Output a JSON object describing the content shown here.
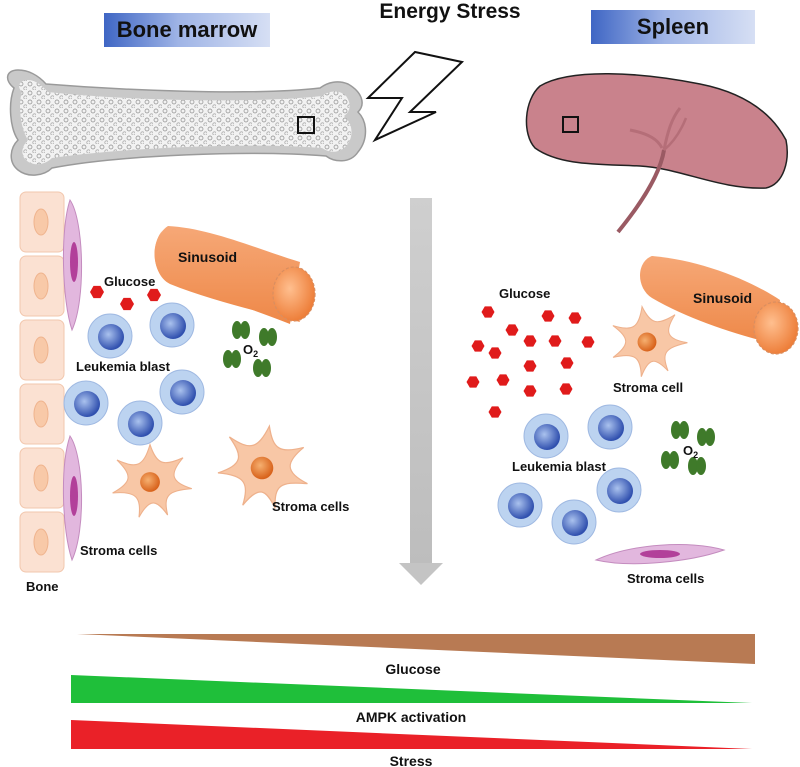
{
  "title": "Energy Stress",
  "panels": {
    "bone_marrow": {
      "header": "Bone marrow",
      "labels": {
        "glucose": "Glucose",
        "sinusoid": "Sinusoid",
        "leukemia_blast": "Leukemia blast",
        "oxygen": "O",
        "oxygen_sub": "2",
        "stroma_cells_right": "Stroma cells",
        "stroma_cells_left": "Stroma cells",
        "bone": "Bone"
      }
    },
    "spleen": {
      "header": "Spleen",
      "labels": {
        "glucose": "Glucose",
        "sinusoid": "Sinusoid",
        "stroma_cell": "Stroma cell",
        "leukemia_blast": "Leukemia blast",
        "oxygen": "O",
        "oxygen_sub": "2",
        "stroma_cells": "Stroma cells"
      }
    }
  },
  "gradients": [
    {
      "label": "Glucose",
      "color": "#b87a53",
      "direction": "increasing"
    },
    {
      "label": "AMPK activation",
      "color": "#1fbf3a",
      "direction": "decreasing"
    },
    {
      "label": "Stress",
      "color": "#ea2128",
      "direction": "decreasing"
    }
  ],
  "colors": {
    "blast_outer": "#bcd3f0",
    "blast_core": "#3f5fbf",
    "stroma": "#f8c7a6",
    "stroma_nucleus": "#e7792a",
    "sinusoid": "#f39a62",
    "glucose": "#e01b1b",
    "oxygen": "#3f7a2a",
    "spleen": "#c9828c",
    "bone_cell": "#fbe1d2",
    "endothelial": "#d9a8d4"
  }
}
